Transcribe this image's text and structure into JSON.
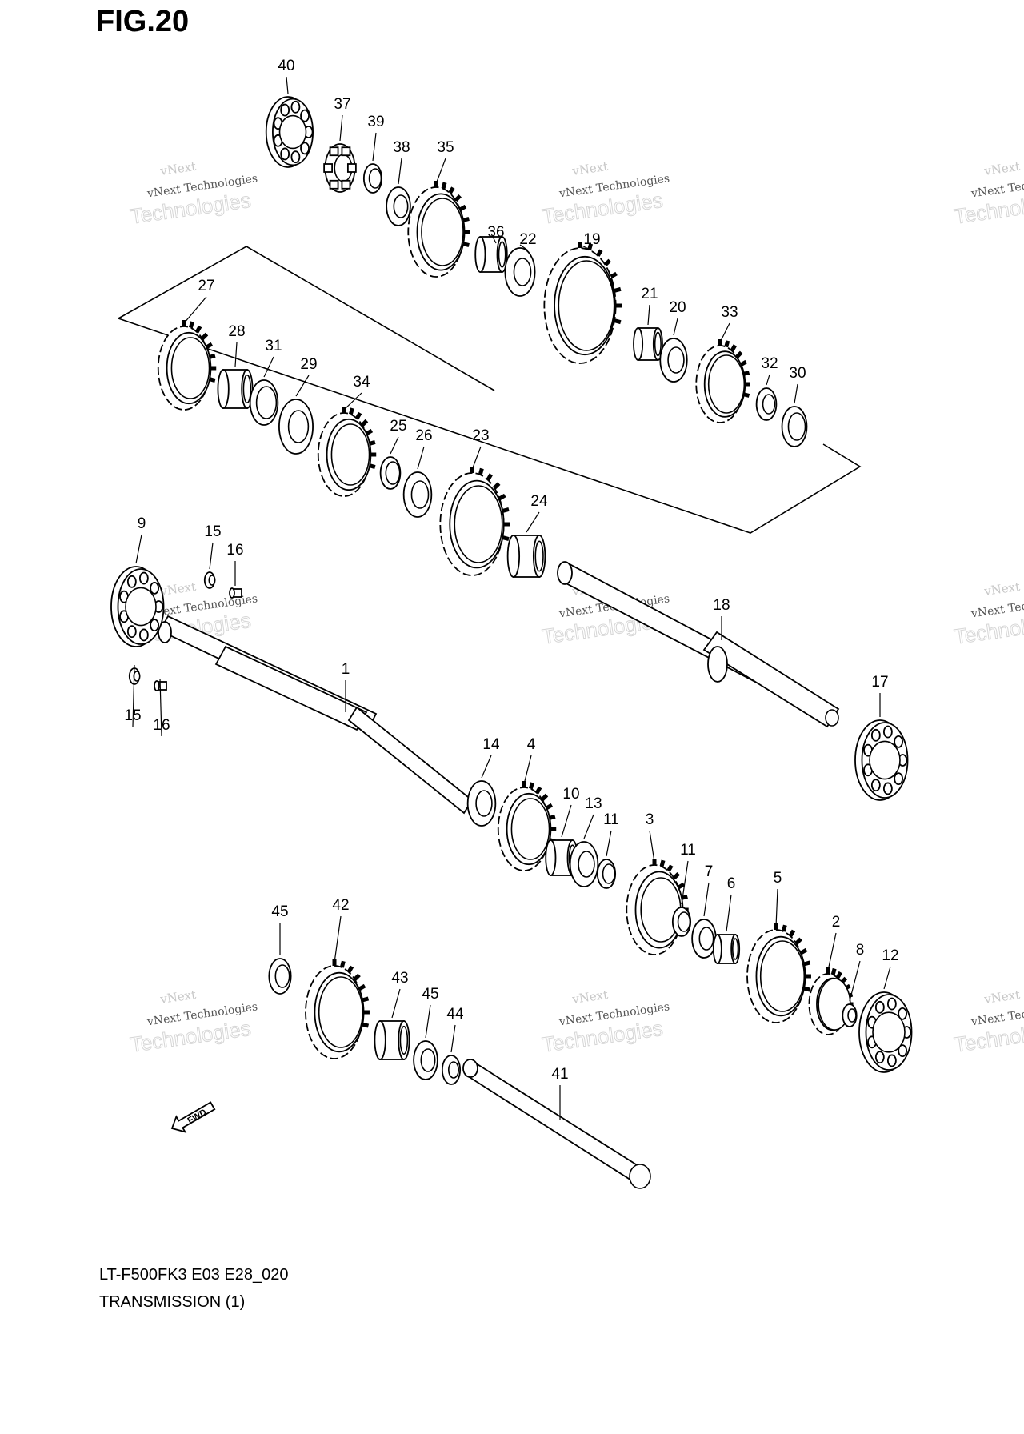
{
  "figure": {
    "title": "FIG.20"
  },
  "footer": {
    "model": "LT-F500FK3 E03 E28_020",
    "section": "TRANSMISSION (1)"
  },
  "watermark": {
    "line1": "vNext Technologies",
    "line2": "vNext",
    "line3": "Technologies"
  },
  "fwd": "FWD",
  "parts": [
    {
      "id": "p40",
      "num": "40",
      "kind": "bearing"
    },
    {
      "id": "p37",
      "num": "37",
      "kind": "hub"
    },
    {
      "id": "p39",
      "num": "39",
      "kind": "circlip"
    },
    {
      "id": "p38",
      "num": "38",
      "kind": "washer"
    },
    {
      "id": "p35",
      "num": "35",
      "kind": "gear"
    },
    {
      "id": "p36",
      "num": "36",
      "kind": "bushing"
    },
    {
      "id": "p22",
      "num": "22",
      "kind": "washer"
    },
    {
      "id": "p19",
      "num": "19",
      "kind": "gear"
    },
    {
      "id": "p21",
      "num": "21",
      "kind": "bushing"
    },
    {
      "id": "p20",
      "num": "20",
      "kind": "washer"
    },
    {
      "id": "p33",
      "num": "33",
      "kind": "gear"
    },
    {
      "id": "p32",
      "num": "32",
      "kind": "circlip"
    },
    {
      "id": "p30",
      "num": "30",
      "kind": "washer"
    },
    {
      "id": "p27",
      "num": "27",
      "kind": "gear"
    },
    {
      "id": "p28",
      "num": "28",
      "kind": "bushing"
    },
    {
      "id": "p31",
      "num": "31",
      "kind": "washer"
    },
    {
      "id": "p29",
      "num": "29",
      "kind": "washer"
    },
    {
      "id": "p34",
      "num": "34",
      "kind": "gear"
    },
    {
      "id": "p25",
      "num": "25",
      "kind": "circlip"
    },
    {
      "id": "p26",
      "num": "26",
      "kind": "washer"
    },
    {
      "id": "p23",
      "num": "23",
      "kind": "gear"
    },
    {
      "id": "p24",
      "num": "24",
      "kind": "bushing"
    },
    {
      "id": "p9",
      "num": "9",
      "kind": "bearing"
    },
    {
      "id": "p15a",
      "num": "15",
      "kind": "washer"
    },
    {
      "id": "p16a",
      "num": "16",
      "kind": "bolt"
    },
    {
      "id": "p15b",
      "num": "15",
      "kind": "washer"
    },
    {
      "id": "p16b",
      "num": "16",
      "kind": "bolt"
    },
    {
      "id": "p1",
      "num": "1",
      "kind": "shaft"
    },
    {
      "id": "p18",
      "num": "18",
      "kind": "shaft"
    },
    {
      "id": "p17",
      "num": "17",
      "kind": "bearing"
    },
    {
      "id": "p14",
      "num": "14",
      "kind": "washer"
    },
    {
      "id": "p4",
      "num": "4",
      "kind": "gear"
    },
    {
      "id": "p10",
      "num": "10",
      "kind": "bushing"
    },
    {
      "id": "p13",
      "num": "13",
      "kind": "washer"
    },
    {
      "id": "p11a",
      "num": "11",
      "kind": "circlip"
    },
    {
      "id": "p3",
      "num": "3",
      "kind": "gear"
    },
    {
      "id": "p11b",
      "num": "11",
      "kind": "circlip"
    },
    {
      "id": "p7",
      "num": "7",
      "kind": "washer"
    },
    {
      "id": "p6",
      "num": "6",
      "kind": "bushing"
    },
    {
      "id": "p5",
      "num": "5",
      "kind": "gear"
    },
    {
      "id": "p2",
      "num": "2",
      "kind": "gear"
    },
    {
      "id": "p8",
      "num": "8",
      "kind": "washer"
    },
    {
      "id": "p12",
      "num": "12",
      "kind": "bearing"
    },
    {
      "id": "p45a",
      "num": "45",
      "kind": "washer"
    },
    {
      "id": "p42",
      "num": "42",
      "kind": "gear"
    },
    {
      "id": "p43",
      "num": "43",
      "kind": "bushing"
    },
    {
      "id": "p45b",
      "num": "45",
      "kind": "washer"
    },
    {
      "id": "p44",
      "num": "44",
      "kind": "circlip"
    },
    {
      "id": "p41",
      "num": "41",
      "kind": "shaft"
    }
  ]
}
